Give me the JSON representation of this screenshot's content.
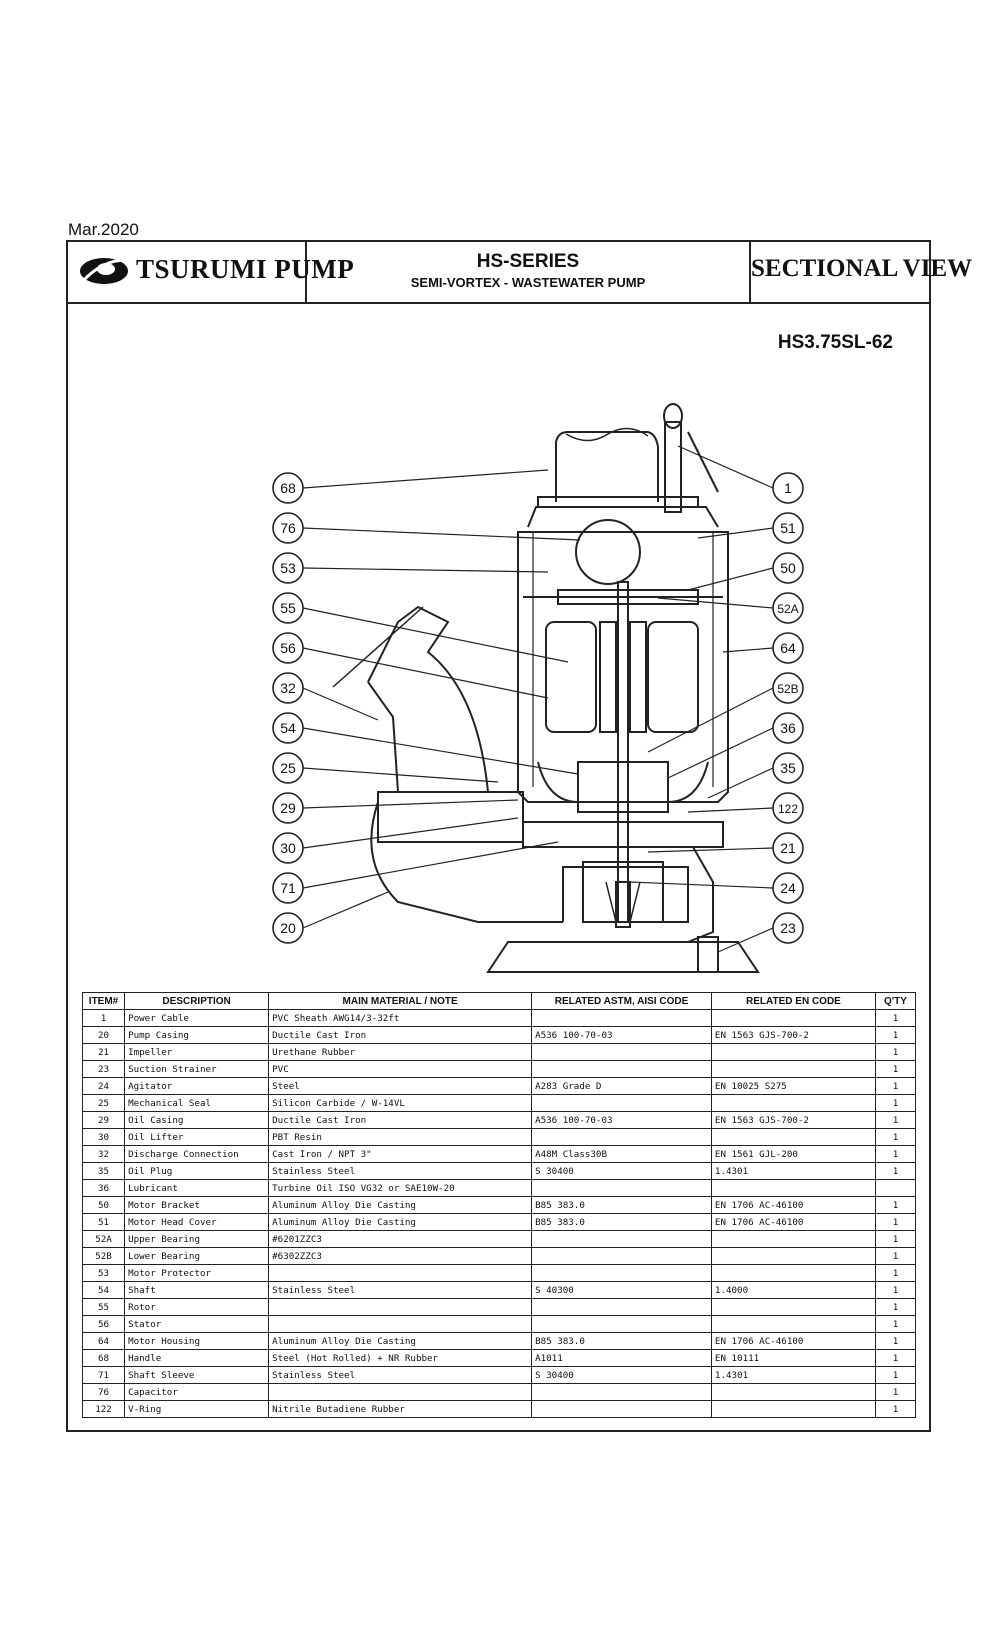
{
  "header": {
    "date": "Mar.2020",
    "brand": "TSURUMI PUMP",
    "series": "HS-SERIES",
    "subtitle": "SEMI-VORTEX - WASTEWATER PUMP",
    "view": "SECTIONAL VIEW",
    "model": "HS3.75SL-62"
  },
  "callouts": {
    "left": [
      "68",
      "76",
      "53",
      "55",
      "56",
      "32",
      "54",
      "25",
      "29",
      "30",
      "71",
      "20"
    ],
    "right": [
      "1",
      "51",
      "50",
      "52A",
      "64",
      "52B",
      "36",
      "35",
      "122",
      "21",
      "24",
      "23"
    ]
  },
  "table": {
    "columns": [
      "ITEM#",
      "DESCRIPTION",
      "MAIN MATERIAL / NOTE",
      "RELATED ASTM, AISI CODE",
      "RELATED EN CODE",
      "Q'TY"
    ],
    "rows": [
      [
        "1",
        "Power Cable",
        "PVC Sheath AWG14/3-32ft",
        "",
        "",
        "1"
      ],
      [
        "20",
        "Pump Casing",
        "Ductile Cast Iron",
        "A536 100-70-03",
        "EN 1563 GJS-700-2",
        "1"
      ],
      [
        "21",
        "Impeller",
        "Urethane Rubber",
        "",
        "",
        "1"
      ],
      [
        "23",
        "Suction Strainer",
        "PVC",
        "",
        "",
        "1"
      ],
      [
        "24",
        "Agitator",
        "Steel",
        "A283 Grade D",
        "EN 10025 S275",
        "1"
      ],
      [
        "25",
        "Mechanical Seal",
        "Silicon Carbide / W-14VL",
        "",
        "",
        "1"
      ],
      [
        "29",
        "Oil Casing",
        "Ductile Cast Iron",
        "A536 100-70-03",
        "EN 1563 GJS-700-2",
        "1"
      ],
      [
        "30",
        "Oil Lifter",
        "PBT Resin",
        "",
        "",
        "1"
      ],
      [
        "32",
        "Discharge Connection",
        "Cast Iron / NPT 3\"",
        "A48M Class30B",
        "EN 1561 GJL-200",
        "1"
      ],
      [
        "35",
        "Oil Plug",
        "Stainless Steel",
        "S 30400",
        "1.4301",
        "1"
      ],
      [
        "36",
        "Lubricant",
        "Turbine Oil ISO VG32 or SAE10W-20",
        "",
        "",
        ""
      ],
      [
        "50",
        "Motor Bracket",
        "Aluminum Alloy Die Casting",
        "B85 383.0",
        "EN 1706 AC-46100",
        "1"
      ],
      [
        "51",
        "Motor Head Cover",
        "Aluminum Alloy Die Casting",
        "B85 383.0",
        "EN 1706 AC-46100",
        "1"
      ],
      [
        "52A",
        "Upper Bearing",
        "#6201ZZC3",
        "",
        "",
        "1"
      ],
      [
        "52B",
        "Lower Bearing",
        "#6302ZZC3",
        "",
        "",
        "1"
      ],
      [
        "53",
        "Motor Protector",
        "",
        "",
        "",
        "1"
      ],
      [
        "54",
        "Shaft",
        "Stainless Steel",
        "S 40300",
        "1.4000",
        "1"
      ],
      [
        "55",
        "Rotor",
        "",
        "",
        "",
        "1"
      ],
      [
        "56",
        "Stator",
        "",
        "",
        "",
        "1"
      ],
      [
        "64",
        "Motor Housing",
        "Aluminum Alloy Die Casting",
        "B85 383.0",
        "EN 1706 AC-46100",
        "1"
      ],
      [
        "68",
        "Handle",
        "Steel (Hot Rolled) + NR Rubber",
        "A1011",
        "EN 10111",
        "1"
      ],
      [
        "71",
        "Shaft Sleeve",
        "Stainless Steel",
        "S 30400",
        "1.4301",
        "1"
      ],
      [
        "76",
        "Capacitor",
        "",
        "",
        "",
        "1"
      ],
      [
        "122",
        "V-Ring",
        "Nitrile Butadiene Rubber",
        "",
        "",
        "1"
      ]
    ]
  }
}
